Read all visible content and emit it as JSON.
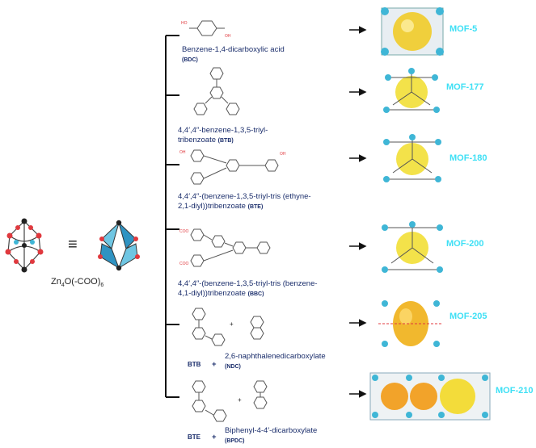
{
  "node": {
    "equiv": "≡",
    "formula_prefix": "Zn",
    "formula_sub1": "4",
    "formula_mid": "O(-COO)",
    "formula_sub2": "6"
  },
  "linkers": [
    {
      "name": "Benzene-1,4-dicarboxylic acid",
      "abbr": "(BDC)"
    },
    {
      "name": "4,4′,4″-benzene-1,3,5-triyl-tribenzoate",
      "abbr": "(BTB)"
    },
    {
      "name": "4,4′,4″-(benzene-1,3,5-triyl-tris (ethyne-2,1-diyl))tribenzoate",
      "abbr": "(BTE)"
    },
    {
      "name": "4,4′,4″-(benzene-1,3,5-triyl-tris (benzene-4,1-diyl))tribenzoate",
      "abbr": "(BBC)"
    }
  ],
  "mixed": [
    {
      "left": "BTB",
      "plus": "+",
      "name": "2,6-naphthalenedicarboxylate",
      "abbr": "(NDC)"
    },
    {
      "left": "BTE",
      "plus": "+",
      "name": "Biphenyl-4-4′-dicarboxylate",
      "abbr": "(BPDC)"
    }
  ],
  "mofs": [
    "MOF-5",
    "MOF-177",
    "MOF-180",
    "MOF-200",
    "MOF-205",
    "MOF-210"
  ],
  "colors": {
    "label": "#1a2d6b",
    "mof": "#3fe0f5",
    "sphere": "#f3e24a",
    "cluster": "#3fb6d6",
    "oxygen": "#e0393e"
  }
}
